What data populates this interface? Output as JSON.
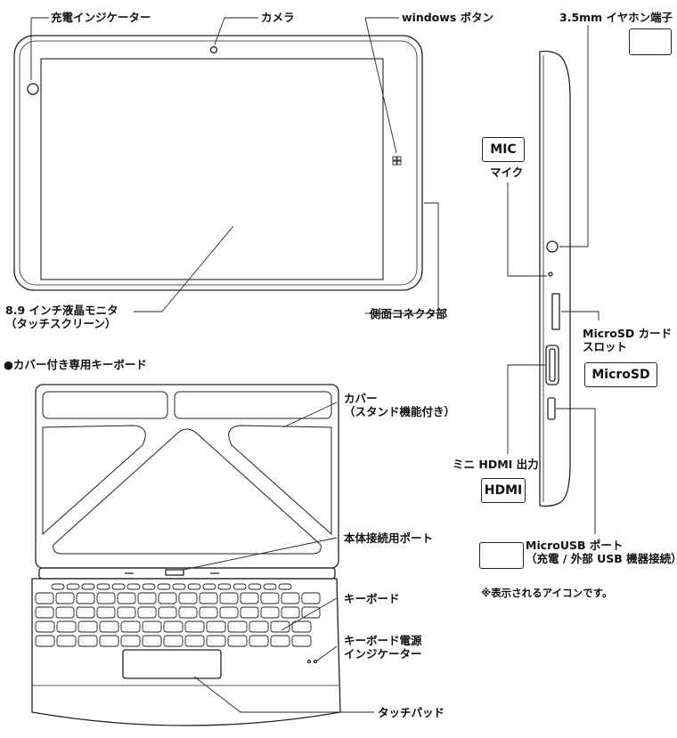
{
  "labels": {
    "charge_indicator": "充電インジケーター",
    "camera": "カメラ",
    "windows_button": "windows ボタン",
    "earphone_jack": "3.5mm イヤホン端子",
    "monitor": "8.9 インチ液晶モニタ\n（タッチスクリーン）",
    "side_connector": "側面コネクタ部",
    "mic_caption": "マイク",
    "microsd_slot": "MicroSD カード\nスロット",
    "mini_hdmi": "ミニ HDMI 出力",
    "microusb": "MicroUSB ポート\n（充電 / 外部 USB 機器接続））",
    "note": "※表示されるアイコンです。",
    "keyboard_section": "●カバー付き専用キーボード",
    "cover": "カバー\n（スタンド機能付き）",
    "connect_port": "本体接続用ポート",
    "keyboard": "キーボード",
    "keyboard_power": "キーボード電源\nインジケーター",
    "touchpad": "タッチパッド"
  },
  "badges": {
    "mic": "MIC",
    "microsd": "MicroSD",
    "hdmi": "HDMI"
  },
  "icons": {
    "headphone": "headphone-icon",
    "usb": "usb-icon"
  }
}
